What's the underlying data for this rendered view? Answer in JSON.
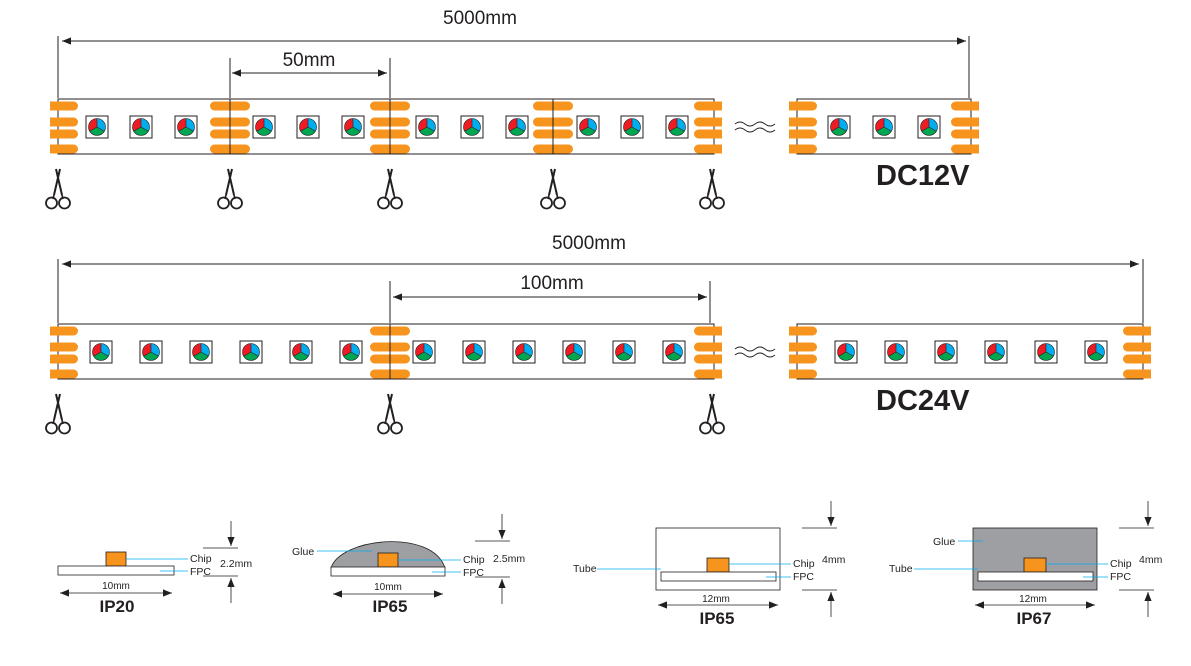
{
  "strips": {
    "dc12": {
      "total_length": "5000mm",
      "segment_length": "50mm",
      "voltage": "DC12V"
    },
    "dc24": {
      "total_length": "5000mm",
      "segment_length": "100mm",
      "voltage": "DC24V"
    }
  },
  "sections": [
    {
      "rating": "IP20",
      "width": "10mm",
      "height": "2.2mm",
      "labels": {
        "chip": "Chip",
        "fpc": "FPC"
      }
    },
    {
      "rating": "IP65",
      "width": "10mm",
      "height": "2.5mm",
      "labels": {
        "glue": "Glue",
        "chip": "Chip",
        "fpc": "FPC"
      }
    },
    {
      "rating": "IP65",
      "width": "12mm",
      "height": "4mm",
      "labels": {
        "tube": "Tube",
        "chip": "Chip",
        "fpc": "FPC"
      }
    },
    {
      "rating": "IP67",
      "width": "12mm",
      "height": "4mm",
      "labels": {
        "glue": "Glue",
        "tube": "Tube",
        "chip": "Chip",
        "fpc": "FPC"
      }
    }
  ],
  "colors": {
    "pad": "#f7941d",
    "led_red": "#ed1c24",
    "led_green": "#00a651",
    "led_blue": "#00aeef",
    "glue_fill": "#9d9fa2",
    "leader_line": "#00aeef",
    "line": "#231f20"
  },
  "icons": {
    "cut_mark": "scissors-icon",
    "break_mark": "wave-break-icon"
  }
}
